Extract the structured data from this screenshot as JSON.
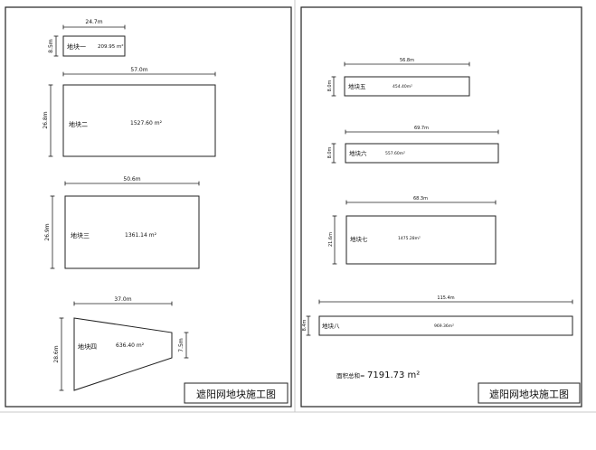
{
  "sheets": [
    {
      "title": "遮阳网地块施工图",
      "plots": [
        {
          "label": "地块一",
          "area": "209.95 m²",
          "width_dim": "24.7m",
          "height_dim": "8.5m"
        },
        {
          "label": "地块二",
          "area": "1527.60 m²",
          "width_dim": "57.0m",
          "height_dim": "26.8m"
        },
        {
          "label": "地块三",
          "area": "1361.14 m²",
          "width_dim": "50.6m",
          "height_dim": "26.9m"
        },
        {
          "label": "地块四",
          "area": "636.40 m²",
          "width_dim": "37.0m",
          "height_dim": "28.6m",
          "side_dim": "7.5m"
        }
      ]
    },
    {
      "title": "遮阳网地块施工图",
      "plots": [
        {
          "label": "地块五",
          "area": "454.40m²",
          "width_dim": "56.8m",
          "height_dim": "8.0m"
        },
        {
          "label": "地块六",
          "area": "557.60m²",
          "width_dim": "69.7m",
          "height_dim": "8.0m"
        },
        {
          "label": "地块七",
          "area": "1475.28m²",
          "width_dim": "68.3m",
          "height_dim": "21.6m"
        },
        {
          "label": "地块八",
          "area": "969.36m²",
          "width_dim": "115.4m",
          "height_dim": "8.4m"
        }
      ],
      "total_label": "面积总和=",
      "total_value": "7191.73 m²"
    }
  ]
}
